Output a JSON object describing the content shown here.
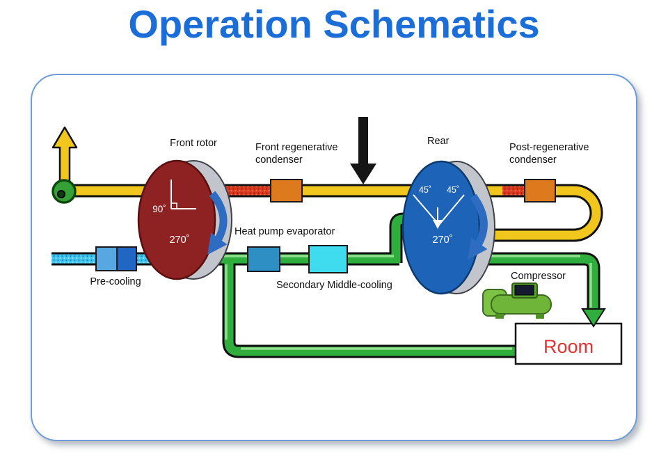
{
  "page": {
    "title": "Operation Schematics"
  },
  "labels": {
    "front_rotor": "Front rotor",
    "front_regen_condenser": "Front regenerative\ncondenser",
    "rear": "Rear",
    "post_regen_condenser": "Post-regenerative\ncondenser",
    "heat_pump_evaporator": "Heat pump evaporator",
    "secondary_middle_cooling": "Secondary Middle-cooling",
    "pre_cooling": "Pre-cooling",
    "compressor": "Compressor",
    "room": "Room"
  },
  "angles": {
    "front_rotor_regeneration": "90˚",
    "front_rotor_process": "270˚",
    "rear_rotor_left": "45˚",
    "rear_rotor_right": "45˚",
    "rear_rotor_process": "270˚"
  },
  "colors": {
    "title_blue": "#1b6ed8",
    "panel_border": "#6e9cd9",
    "front_rotor_red": "#8e2121",
    "rear_rotor_blue": "#1d64b8",
    "rotor_side_gray": "#c2c5cb",
    "pipe_yellow": "#f2c71d",
    "pipe_red": "#dd3a22",
    "pipe_green": "#2fae3e",
    "pipe_cyan": "#3fc3ef",
    "condenser_orange": "#dd7a1e",
    "evaporator_blue": "#2e8fc4",
    "middle_cooling_cyan": "#3fdcf0",
    "precooling_light_blue": "#58a7e2",
    "precooling_dark_blue": "#2166c2",
    "rotation_arrow_blue": "#2d6cc0",
    "room_text_red": "#e03434"
  }
}
